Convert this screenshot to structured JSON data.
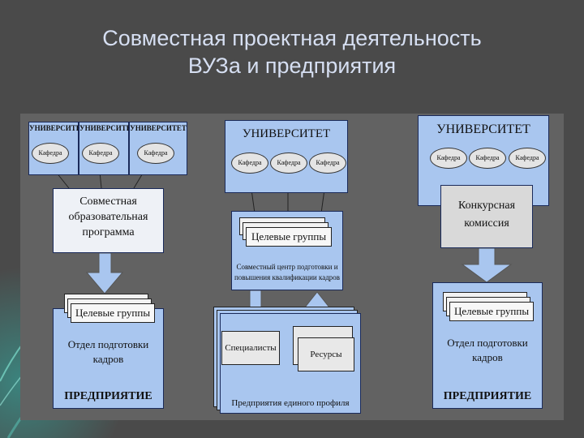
{
  "title": {
    "line1": "Совместная проектная деятельность",
    "line2": "ВУЗа и предприятия"
  },
  "labels": {
    "university": "УНИВЕРСИТЕТ",
    "department": "Кафедра",
    "joint_program": [
      "Совместная",
      "образовательная",
      "программа"
    ],
    "target_groups": "Целевые группы",
    "training_dept_left": [
      "Отдел подготовки",
      "кадров"
    ],
    "training_dept_right": [
      "Отдел подготовки",
      "кадров"
    ],
    "enterprise": "ПРЕДПРИЯТИЕ",
    "joint_center": [
      "Совместный центр подготовки и",
      "повышения квалификации кадров"
    ],
    "specialists": "Специалисты",
    "resources": "Ресурсы",
    "profile_enterprises": "Предприятия единого профиля",
    "competition_commission": [
      "Конкурсная",
      "комиссия"
    ]
  },
  "colors": {
    "background": "#4a4a4a",
    "panel": "#626262",
    "blue_box": "#a9c6ef",
    "title_text": "#d6dff2",
    "arrow": "#a9c6ef"
  }
}
